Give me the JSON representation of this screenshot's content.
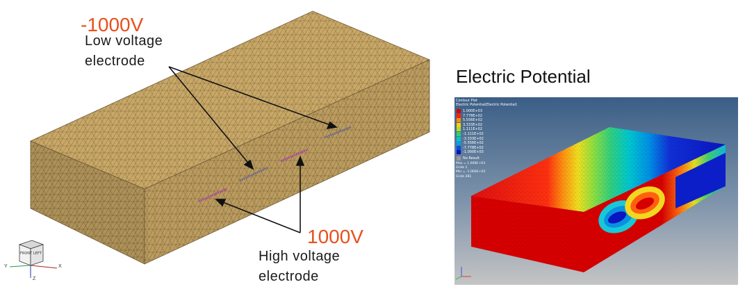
{
  "left_figure": {
    "low_voltage_value": "-1000V",
    "low_voltage_label_line1": "Low voltage",
    "low_voltage_label_line2": "electrode",
    "high_voltage_value": "1000V",
    "high_voltage_label_line1": "High voltage",
    "high_voltage_label_line2": "electrode",
    "mesh_color": "#c9a867",
    "view_cube": {
      "front": "FRONT",
      "left": "LEFT",
      "axis_x": "X",
      "axis_y": "Y",
      "axis_z": "Z"
    }
  },
  "right_figure": {
    "title": "Electric Potential",
    "plot_header_line1": "Contour Plot",
    "plot_header_line2": "Electric Potential(Electric Potential)",
    "legend": [
      {
        "value": "1.000E+03",
        "color": "#d70000"
      },
      {
        "value": "7.778E+02",
        "color": "#ff2000"
      },
      {
        "value": "5.556E+02",
        "color": "#ff8c00"
      },
      {
        "value": "3.333E+02",
        "color": "#ffd000"
      },
      {
        "value": "1.111E+02",
        "color": "#a8e020"
      },
      {
        "value": "-1.111E+02",
        "color": "#30d070"
      },
      {
        "value": "-3.333E+02",
        "color": "#00c8c0"
      },
      {
        "value": "-5.556E+02",
        "color": "#00a0e8"
      },
      {
        "value": "-7.778E+02",
        "color": "#0050e0"
      },
      {
        "value": "-1.000E+03",
        "color": "#0014c8"
      }
    ],
    "no_result_label": "No Result",
    "no_result_color": "#9a9a9a",
    "max_text": "Max = 1.000E+03",
    "max_grid": "Grids 1",
    "min_text": "Min = -1.000E+03",
    "min_grid": "Grids 281",
    "background_top": "#3b5e86",
    "background_bottom": "#b8b8b8"
  }
}
